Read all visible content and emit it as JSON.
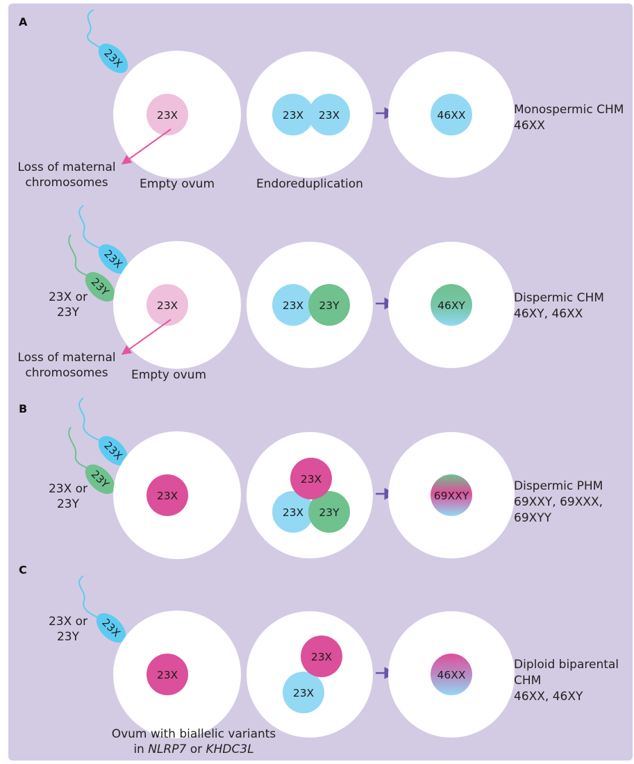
{
  "colors": {
    "background": "#d3cbe3",
    "ovum": "#ffffff",
    "maternal_pronucleus_light": "#eec0dc",
    "maternal_pronucleus": "#dc4f9a",
    "sperm_x": "#5dcbf1",
    "sperm_y": "#6fc18e",
    "pronucleus_x": "#93d9f3",
    "pronucleus_y": "#6fc18e",
    "arrow": "#6a54a8",
    "loss_arrow": "#e4559e"
  },
  "sections": {
    "A": {
      "label": "A",
      "row1": {
        "sperm": [
          "23X"
        ],
        "ovum_nucleus": "23X",
        "loss_label": [
          "Loss of maternal",
          "chromosomes"
        ],
        "ovum_caption": "Empty ovum",
        "mid_cells": [
          "23X",
          "23X"
        ],
        "mid_caption": "Endoreduplication",
        "result_cell": "46XX",
        "outcome": [
          "Monospermic CHM",
          "46XX"
        ]
      },
      "row2": {
        "sperm": [
          "23X",
          "23Y"
        ],
        "sperm_label": [
          "23X or",
          "23Y"
        ],
        "ovum_nucleus": "23X",
        "loss_label": [
          "Loss of maternal",
          "chromosomes"
        ],
        "ovum_caption": "Empty ovum",
        "mid_cells": [
          "23X",
          "23Y"
        ],
        "result_cell": "46XY",
        "outcome": [
          "Dispermic CHM",
          "46XY, 46XX"
        ]
      }
    },
    "B": {
      "label": "B",
      "sperm": [
        "23X",
        "23Y"
      ],
      "sperm_label": [
        "23X or",
        "23Y"
      ],
      "ovum_nucleus": "23X",
      "mid_cells": [
        "23X",
        "23X",
        "23Y"
      ],
      "result_cell": "69XXY",
      "outcome": [
        "Dispermic PHM",
        "69XXY, 69XXX,",
        "69XYY"
      ]
    },
    "C": {
      "label": "C",
      "sperm": [
        "23X"
      ],
      "sperm_label": [
        "23X or",
        "23Y"
      ],
      "ovum_nucleus": "23X",
      "mid_cells": [
        "23X",
        "23X"
      ],
      "result_cell": "46XX",
      "outcome": [
        "Diploid biparental",
        "CHM",
        "46XX, 46XY"
      ],
      "ovum_caption_line1": "Ovum with biallelic variants",
      "ovum_caption_line2": {
        "prefix": "in ",
        "gene1": "NLRP7",
        "middle": " or ",
        "gene2": "KHDC3L"
      }
    }
  }
}
